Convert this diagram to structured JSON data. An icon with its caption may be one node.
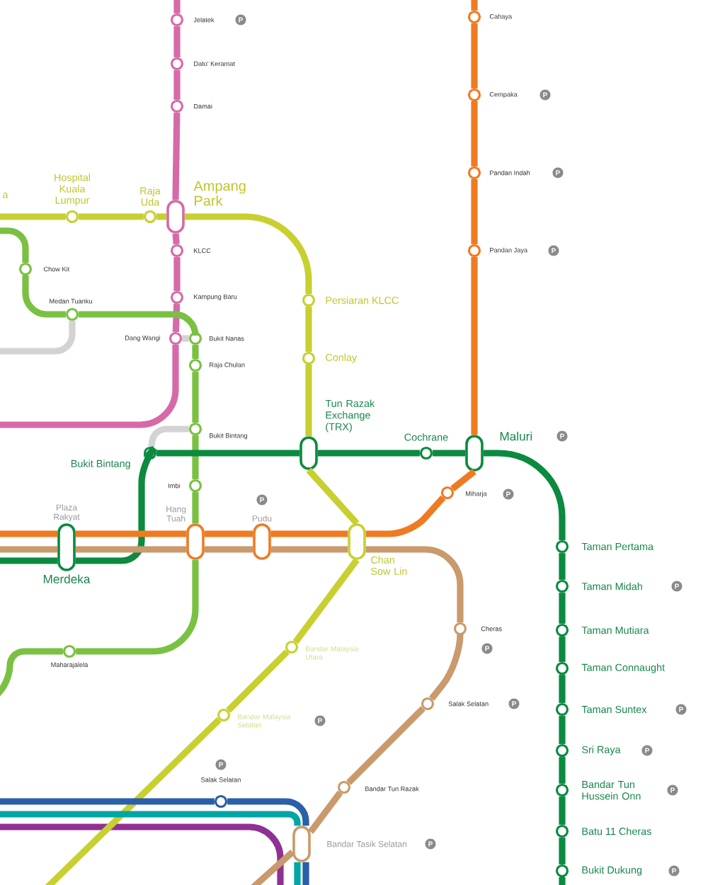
{
  "diagram": {
    "nodes": [
      {
        "text": [],
        "shape": "circle",
        "beside": [
          "Jelatek"
        ]
      },
      {
        "text": [],
        "shape": "circle",
        "beside": [
          "Dato' Keramat"
        ]
      },
      {
        "text": [],
        "shape": "circle",
        "beside": [
          "Damai"
        ]
      },
      {
        "text": [],
        "shape": "capsule",
        "beside": [
          "Ampang Park"
        ]
      },
      {
        "text": [],
        "shape": "circle",
        "beside": [
          "KLCC"
        ]
      },
      {
        "text": [],
        "shape": "circle",
        "beside": [
          "Kampung Baru"
        ]
      },
      {
        "text": [],
        "shape": "circle",
        "beside": [
          "Dang Wangi"
        ]
      },
      {
        "text": [],
        "shape": "circle",
        "beside": [
          "Hospital Kuala Lumpur"
        ]
      },
      {
        "text": [],
        "shape": "circle",
        "beside": [
          "Raja Uda"
        ]
      },
      {
        "text": [],
        "shape": "circle",
        "beside": [
          "Persiaran KLCC"
        ]
      },
      {
        "text": [],
        "shape": "circle",
        "beside": [
          "Conlay"
        ]
      },
      {
        "text": [],
        "shape": "capsule",
        "beside": [
          "Tun Razak Exchange (TRX)"
        ]
      },
      {
        "text": [],
        "shape": "capsule",
        "beside": [
          "Chan Sow Lin"
        ]
      },
      {
        "text": [],
        "shape": "circle",
        "beside": [
          "Bandar Malaysia Utara"
        ]
      },
      {
        "text": [],
        "shape": "circle",
        "beside": [
          "Bandar Malaysia Selatan"
        ]
      },
      {
        "text": [],
        "shape": "circle",
        "beside": [
          "Chow Kit"
        ]
      },
      {
        "text": [],
        "shape": "circle",
        "beside": [
          "Medan Tuanku"
        ]
      },
      {
        "text": [],
        "shape": "circle",
        "beside": [
          "Bukit Nanas"
        ]
      },
      {
        "text": [],
        "shape": "circle",
        "beside": [
          "Raja Chulan"
        ]
      },
      {
        "text": [],
        "shape": "circle",
        "beside": [
          "Bukit Bintang"
        ]
      },
      {
        "text": [],
        "shape": "circle",
        "beside": [
          "Imbi"
        ]
      },
      {
        "text": [],
        "shape": "capsule",
        "beside": [
          "Hang Tuah"
        ]
      },
      {
        "text": [],
        "shape": "circle",
        "beside": [
          "Maharajalela"
        ]
      },
      {
        "text": [],
        "shape": "capsule",
        "beside": [
          "Plaza Rakyat",
          "Merdeka"
        ]
      },
      {
        "text": [],
        "shape": "circle",
        "beside": [
          "Bukit Bintang"
        ]
      },
      {
        "text": [],
        "shape": "circle",
        "beside": [
          "Cochrane"
        ]
      },
      {
        "text": [],
        "shape": "capsule",
        "beside": [
          "Maluri"
        ]
      },
      {
        "text": [],
        "shape": "circle",
        "beside": [
          "Taman Pertama"
        ]
      },
      {
        "text": [],
        "shape": "circle",
        "beside": [
          "Taman Midah"
        ]
      },
      {
        "text": [],
        "shape": "circle",
        "beside": [
          "Taman Mutiara"
        ]
      },
      {
        "text": [],
        "shape": "circle",
        "beside": [
          "Taman Connaught"
        ]
      },
      {
        "text": [],
        "shape": "circle",
        "beside": [
          "Taman Suntex"
        ]
      },
      {
        "text": [],
        "shape": "circle",
        "beside": [
          "Sri Raya"
        ]
      },
      {
        "text": [],
        "shape": "circle",
        "beside": [
          "Bandar Tun Hussein Onn"
        ]
      },
      {
        "text": [],
        "shape": "circle",
        "beside": [
          "Batu 11 Cheras"
        ]
      },
      {
        "text": [],
        "shape": "circle",
        "beside": [
          "Bukit Dukung"
        ]
      },
      {
        "text": [],
        "shape": "circle",
        "beside": [
          "Cahaya"
        ]
      },
      {
        "text": [],
        "shape": "circle",
        "beside": [
          "Cempaka"
        ]
      },
      {
        "text": [],
        "shape": "circle",
        "beside": [
          "Pandan Indah"
        ]
      },
      {
        "text": [],
        "shape": "circle",
        "beside": [
          "Pandan Jaya"
        ]
      },
      {
        "text": [],
        "shape": "circle",
        "beside": [
          "Miharja"
        ]
      },
      {
        "text": [],
        "shape": "capsule",
        "beside": [
          "Pudu"
        ]
      },
      {
        "text": [],
        "shape": "circle",
        "beside": [
          "Cheras"
        ]
      },
      {
        "text": [],
        "shape": "circle",
        "beside": [
          "Salak Selatan"
        ]
      },
      {
        "text": [],
        "shape": "circle",
        "beside": [
          "Bandar Tun Razak"
        ]
      },
      {
        "text": [],
        "shape": "capsule",
        "beside": [
          "Bandar Tasik Selatan"
        ]
      },
      {
        "text": [],
        "shape": "circle",
        "beside": [
          "Salak Selatan"
        ]
      }
    ],
    "edges": [
      {
        "from": null,
        "to": 0,
        "arrow": "none",
        "color": "#d66aa8"
      },
      {
        "from": 0,
        "to": 1,
        "arrow": "none",
        "color": "#d66aa8"
      },
      {
        "from": 1,
        "to": 2,
        "arrow": "none",
        "color": "#d66aa8"
      },
      {
        "from": 2,
        "to": 3,
        "arrow": "none",
        "color": "#d66aa8"
      },
      {
        "from": 3,
        "to": 4,
        "arrow": "none",
        "color": "#d66aa8"
      },
      {
        "from": 4,
        "to": 5,
        "arrow": "none",
        "color": "#d66aa8"
      },
      {
        "from": 5,
        "to": 6,
        "arrow": "none",
        "color": "#d66aa8"
      },
      {
        "from": 6,
        "to": null,
        "arrow": "none",
        "color": "#d66aa8"
      },
      {
        "from": null,
        "to": 7,
        "arrow": "none",
        "color": "#c8d030"
      },
      {
        "from": 7,
        "to": 8,
        "arrow": "none",
        "color": "#c8d030"
      },
      {
        "from": 8,
        "to": 3,
        "arrow": "none",
        "color": "#c8d030"
      },
      {
        "from": 3,
        "to": 9,
        "arrow": "none",
        "color": "#c8d030"
      },
      {
        "from": 9,
        "to": 10,
        "arrow": "none",
        "color": "#c8d030"
      },
      {
        "from": 10,
        "to": 11,
        "arrow": "none",
        "color": "#c8d030"
      },
      {
        "from": 11,
        "to": 12,
        "arrow": "none",
        "color": "#c8d030"
      },
      {
        "from": 12,
        "to": 13,
        "arrow": "none",
        "color": "#c8d030"
      },
      {
        "from": 13,
        "to": 14,
        "arrow": "none",
        "color": "#c8d030"
      },
      {
        "from": 14,
        "to": null,
        "arrow": "none",
        "color": "#c8d030"
      },
      {
        "from": null,
        "to": 15,
        "arrow": "none",
        "color": "#7ac143"
      },
      {
        "from": 15,
        "to": 16,
        "arrow": "none",
        "color": "#7ac143"
      },
      {
        "from": 16,
        "to": 17,
        "arrow": "none",
        "color": "#7ac143"
      },
      {
        "from": 17,
        "to": 18,
        "arrow": "none",
        "color": "#7ac143"
      },
      {
        "from": 18,
        "to": 19,
        "arrow": "none",
        "color": "#7ac143"
      },
      {
        "from": 19,
        "to": 20,
        "arrow": "none",
        "color": "#7ac143"
      },
      {
        "from": 20,
        "to": 21,
        "arrow": "none",
        "color": "#7ac143"
      },
      {
        "from": 21,
        "to": 22,
        "arrow": "none",
        "color": "#7ac143"
      },
      {
        "from": 22,
        "to": null,
        "arrow": "none",
        "color": "#7ac143"
      },
      {
        "from": 16,
        "to": null,
        "arrow": "none",
        "color": "#d3d3d3"
      },
      {
        "from": 6,
        "to": 17,
        "arrow": "none",
        "color": "#d3d3d3"
      },
      {
        "from": 19,
        "to": 24,
        "arrow": "none",
        "color": "#d3d3d3"
      },
      {
        "from": null,
        "to": 23,
        "arrow": "none",
        "color": "#0b8a40"
      },
      {
        "from": 23,
        "to": 24,
        "arrow": "none",
        "color": "#0b8a40"
      },
      {
        "from": 24,
        "to": 11,
        "arrow": "none",
        "color": "#0b8a40"
      },
      {
        "from": 11,
        "to": 25,
        "arrow": "none",
        "color": "#0b8a40"
      },
      {
        "from": 25,
        "to": 26,
        "arrow": "none",
        "color": "#0b8a40"
      },
      {
        "from": 26,
        "to": 27,
        "arrow": "none",
        "color": "#0b8a40"
      },
      {
        "from": 27,
        "to": 28,
        "arrow": "none",
        "color": "#0b8a40"
      },
      {
        "from": 28,
        "to": 29,
        "arrow": "none",
        "color": "#0b8a40"
      },
      {
        "from": 29,
        "to": 30,
        "arrow": "none",
        "color": "#0b8a40"
      },
      {
        "from": 30,
        "to": 31,
        "arrow": "none",
        "color": "#0b8a40"
      },
      {
        "from": 31,
        "to": 32,
        "arrow": "none",
        "color": "#0b8a40"
      },
      {
        "from": 32,
        "to": 33,
        "arrow": "none",
        "color": "#0b8a40"
      },
      {
        "from": 33,
        "to": 34,
        "arrow": "none",
        "color": "#0b8a40"
      },
      {
        "from": 34,
        "to": 35,
        "arrow": "none",
        "color": "#0b8a40"
      },
      {
        "from": 35,
        "to": null,
        "arrow": "none",
        "color": "#0b8a40"
      },
      {
        "from": null,
        "to": 36,
        "arrow": "none",
        "color": "#ee7b22"
      },
      {
        "from": 36,
        "to": 37,
        "arrow": "none",
        "color": "#ee7b22"
      },
      {
        "from": 37,
        "to": 38,
        "arrow": "none",
        "color": "#ee7b22"
      },
      {
        "from": 38,
        "to": 39,
        "arrow": "none",
        "color": "#ee7b22"
      },
      {
        "from": 39,
        "to": 26,
        "arrow": "none",
        "color": "#ee7b22"
      },
      {
        "from": 26,
        "to": 40,
        "arrow": "none",
        "color": "#ee7b22"
      },
      {
        "from": 40,
        "to": 12,
        "arrow": "none",
        "color": "#ee7b22"
      },
      {
        "from": 12,
        "to": 41,
        "arrow": "none",
        "color": "#ee7b22"
      },
      {
        "from": 41,
        "to": 21,
        "arrow": "none",
        "color": "#ee7b22"
      },
      {
        "from": 21,
        "to": 23,
        "arrow": "none",
        "color": "#ee7b22"
      },
      {
        "from": 23,
        "to": null,
        "arrow": "none",
        "color": "#ee7b22"
      },
      {
        "from": 12,
        "to": 41,
        "arrow": "none",
        "color": "#c99a6c"
      },
      {
        "from": 41,
        "to": 21,
        "arrow": "none",
        "color": "#c99a6c"
      },
      {
        "from": 21,
        "to": 23,
        "arrow": "none",
        "color": "#c99a6c"
      },
      {
        "from": 23,
        "to": null,
        "arrow": "none",
        "color": "#c99a6c"
      },
      {
        "from": 12,
        "to": 42,
        "arrow": "none",
        "color": "#c99a6c"
      },
      {
        "from": 42,
        "to": 43,
        "arrow": "none",
        "color": "#c99a6c"
      },
      {
        "from": 43,
        "to": 44,
        "arrow": "none",
        "color": "#c99a6c"
      },
      {
        "from": 44,
        "to": 45,
        "arrow": "none",
        "color": "#c99a6c"
      },
      {
        "from": 45,
        "to": null,
        "arrow": "none",
        "color": "#c99a6c"
      },
      {
        "from": null,
        "to": 46,
        "arrow": "none",
        "color": "#2a5fa9"
      },
      {
        "from": 46,
        "to": 45,
        "arrow": "none",
        "color": "#2a5fa9"
      },
      {
        "from": 45,
        "to": null,
        "arrow": "none",
        "color": "#2a5fa9"
      },
      {
        "from": null,
        "to": 45,
        "arrow": "none",
        "color": "#00a6a6"
      },
      {
        "from": 45,
        "to": null,
        "arrow": "none",
        "color": "#00a6a6"
      }
    ],
    "labels": [
      "P",
      "P",
      "P",
      "a",
      "P",
      "P",
      "P",
      "P",
      "P",
      "P",
      "P",
      "P",
      "P",
      "P",
      "P",
      "P",
      "P",
      "P"
    ]
  }
}
